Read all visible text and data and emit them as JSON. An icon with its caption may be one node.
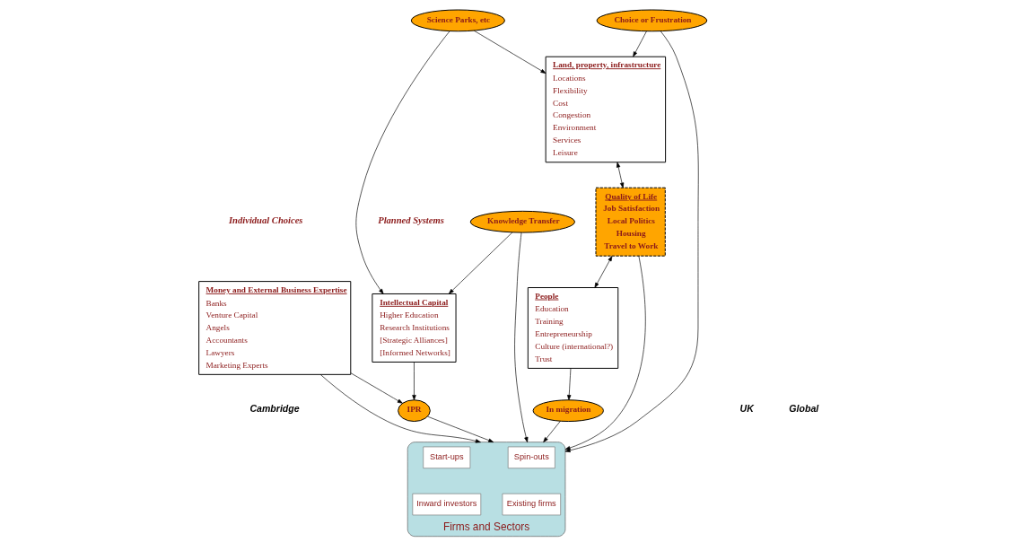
{
  "diagram": {
    "nodes": [
      {
        "text": [
          "Intellectual Capital",
          "Higher Education",
          "Research Institutions",
          "[Strategic Alliances]",
          "[Informed Networks]"
        ]
      },
      {
        "text": [
          "IPR"
        ]
      },
      {
        "text": [
          "Money and External Business Expertise",
          "Banks",
          "Venture Capital",
          "Angels",
          "Accountants",
          "Lawyers",
          "Marketing Experts"
        ]
      },
      {
        "text": [
          "Firms and Sectors"
        ]
      },
      {
        "text": [
          "Spin-outs"
        ],
        "in": 3
      },
      {
        "text": [
          "Start-ups"
        ],
        "in": 3
      },
      {
        "text": [
          "Existing firms"
        ],
        "in": 3
      },
      {
        "text": [
          "Inward investors"
        ],
        "in": 3
      },
      {
        "text": [
          "Knowledge Transfer"
        ]
      },
      {
        "text": [
          "Science Parks, etc"
        ]
      },
      {
        "text": [
          "Choice or Frustration"
        ]
      },
      {
        "text": [
          "In migration"
        ]
      },
      {
        "text": [
          "Land, property, infrastructure",
          "Locations",
          "Flexibility",
          "Cost",
          "Congestion",
          "Environment",
          "Services",
          "Leisure"
        ]
      },
      {
        "text": [
          "Quality of Life",
          "Job Satisfaction",
          "Local Politics",
          "Housing",
          "Travel to Work"
        ]
      },
      {
        "text": [
          "People",
          "Education",
          "Training",
          "Entrepreneurship",
          "Culture (international?)",
          "Trust"
        ]
      }
    ],
    "edges": [
      {
        "from": 0,
        "to": 1,
        "arrow": "to"
      },
      {
        "from": 2,
        "to": 1,
        "arrow": "to"
      },
      {
        "from": 1,
        "to": 3,
        "arrow": "to"
      },
      {
        "from": 2,
        "to": 3,
        "arrow": "to"
      },
      {
        "from": 8,
        "to": 0,
        "arrow": "to"
      },
      {
        "from": 8,
        "to": 3,
        "arrow": "to"
      },
      {
        "from": 9,
        "to": 0,
        "arrow": "to"
      },
      {
        "from": 9,
        "to": 12,
        "arrow": "to"
      },
      {
        "from": 10,
        "to": 3,
        "arrow": "to"
      },
      {
        "from": 10,
        "to": 12,
        "arrow": "to"
      },
      {
        "from": 13,
        "to": 3,
        "arrow": "to"
      },
      {
        "from": 11,
        "to": 3,
        "arrow": "to"
      },
      {
        "from": 14,
        "to": 11,
        "arrow": "to"
      },
      {
        "from": 12,
        "to": 13,
        "arrow": "both"
      },
      {
        "from": 13,
        "to": 14,
        "arrow": "both"
      }
    ],
    "labels": [
      "Planned Systems",
      "Individual Choices",
      "Cambridge",
      "UK",
      "Global"
    ]
  }
}
